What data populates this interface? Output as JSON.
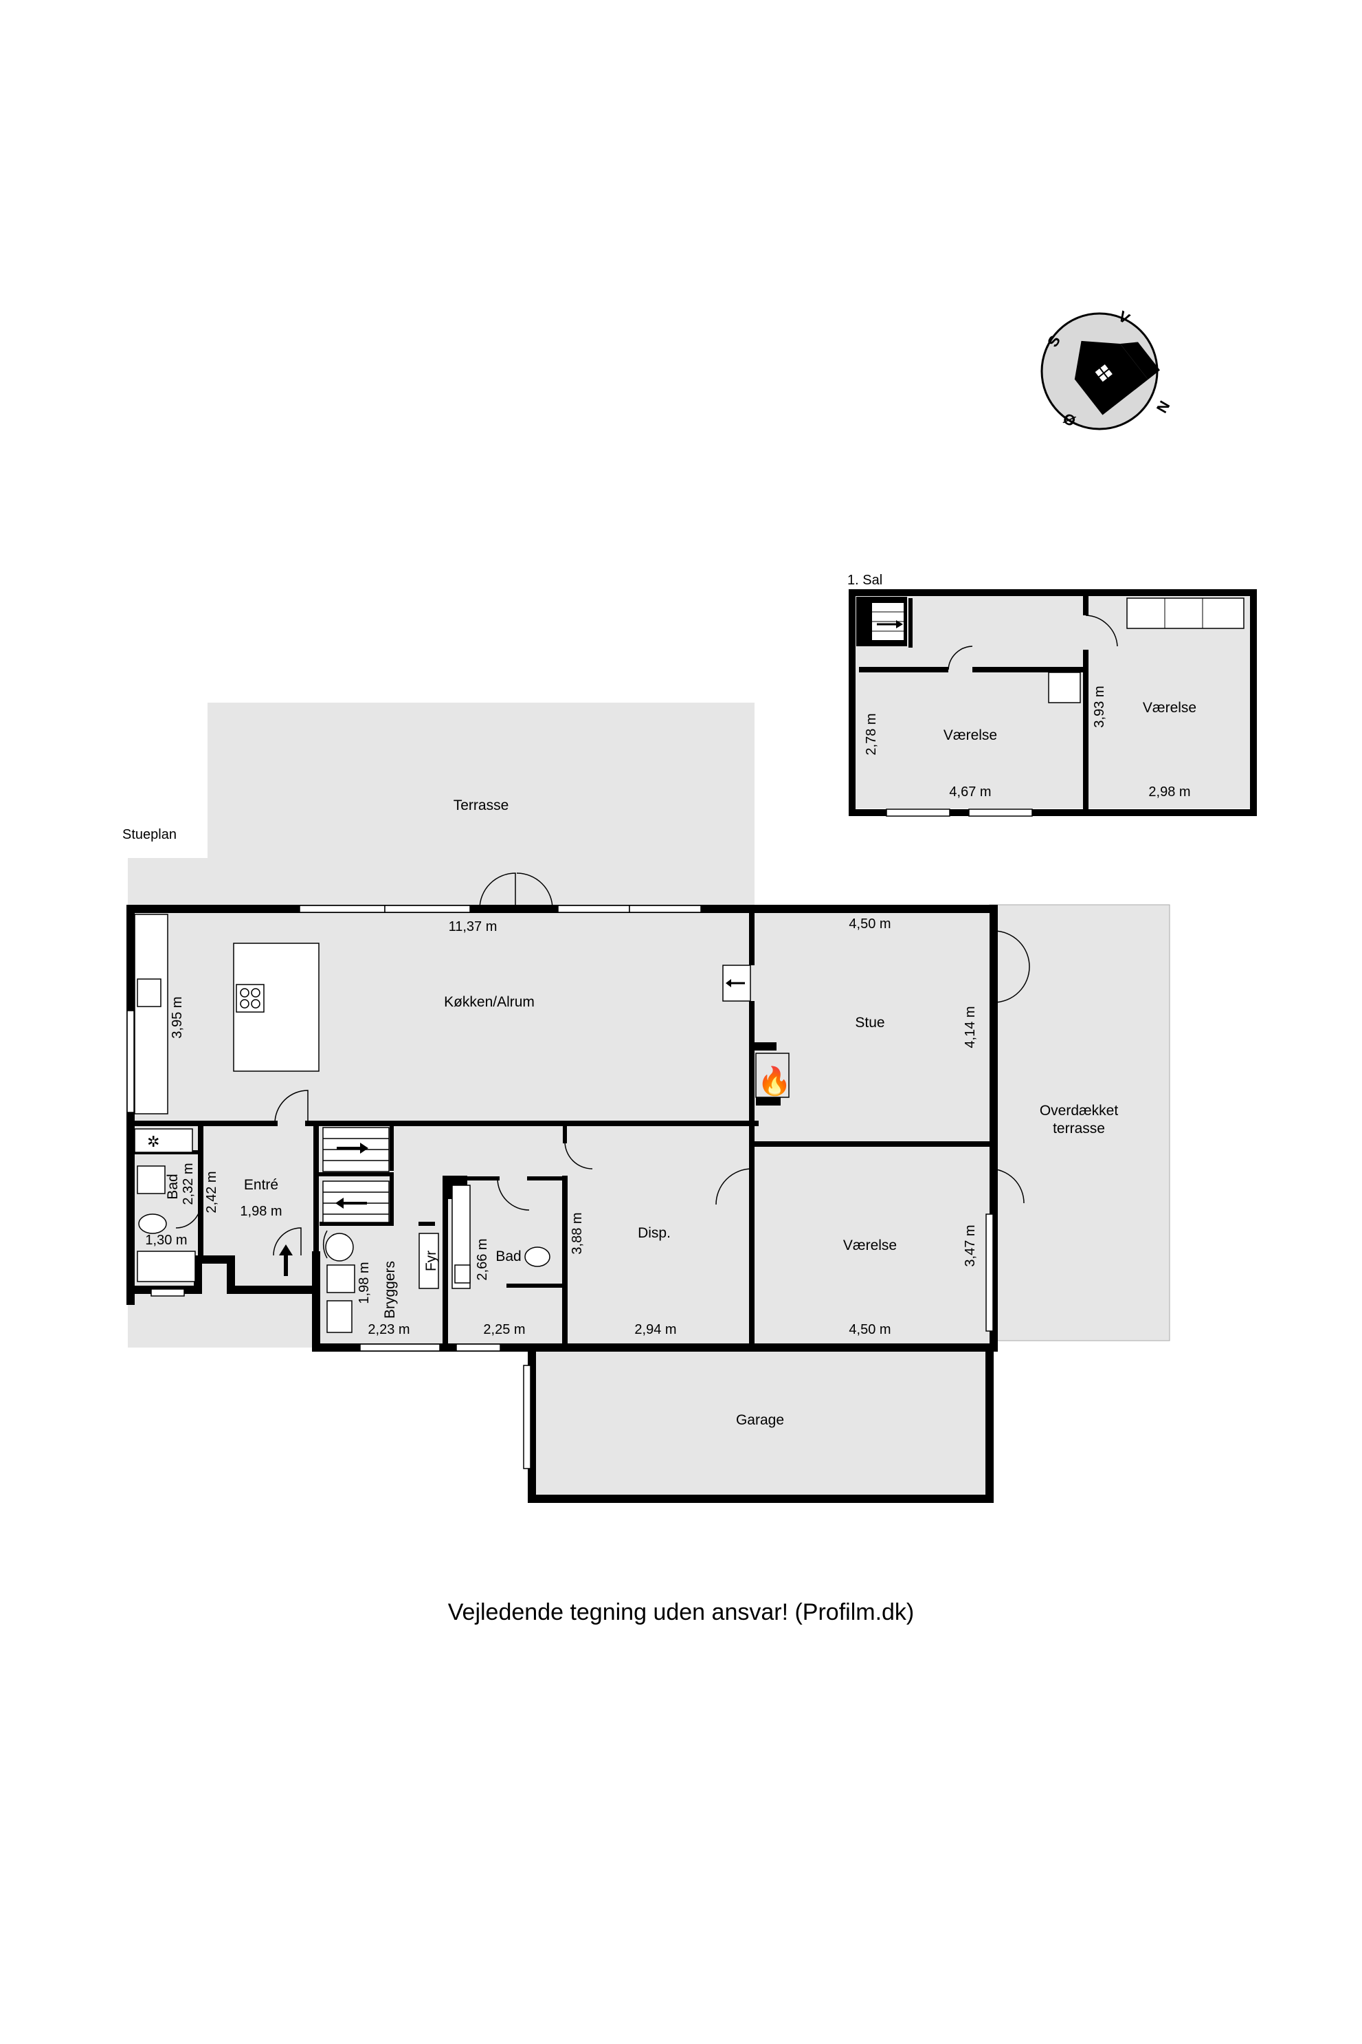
{
  "compass": {
    "letters": {
      "south": "S",
      "west": "V",
      "north": "N",
      "east": "Ø"
    }
  },
  "upper_floor": {
    "title": "1. Sal",
    "rooms": [
      {
        "label": "Værelse",
        "dims": [
          "2,78 m",
          "4,67 m"
        ]
      },
      {
        "label": "Værelse",
        "dims": [
          "3,93 m",
          "2,98 m"
        ]
      }
    ]
  },
  "ground_floor": {
    "title": "Stueplan",
    "rooms": {
      "terrace": "Terrasse",
      "kitchen": "Køkken/Alrum",
      "living": "Stue",
      "covered_terrace": [
        "Overdækket",
        "terrasse"
      ],
      "entry": "Entré",
      "bath_small": "Bad",
      "utility": "Bryggers",
      "boiler": "Fyr",
      "bath": "Bad",
      "pantry": "Disp.",
      "bedroom": "Værelse",
      "garage": "Garage"
    },
    "dimensions": {
      "kitchen_width": "11,37 m",
      "kitchen_depth": "3,95 m",
      "living_width": "4,50 m",
      "living_depth": "4,14 m",
      "bath_small_depth": "2,32 m",
      "bath_small_width": "1,30 m",
      "entry_depth": "2,42 m",
      "entry_width": "1,98 m",
      "utility_depth": "1,98 m",
      "utility_width": "2,23 m",
      "bath_depth": "2,66 m",
      "bath_width": "2,25 m",
      "pantry_depth": "3,88 m",
      "pantry_width": "2,94 m",
      "bedroom_depth": "3,47 m",
      "bedroom_width": "4,50 m"
    }
  },
  "footer": "Vejledende tegning uden ansvar! (Profilm.dk)",
  "colors": {
    "floor": "#e6e6e6",
    "wall": "#000000",
    "window": "#ffffff",
    "background": "#ffffff"
  }
}
